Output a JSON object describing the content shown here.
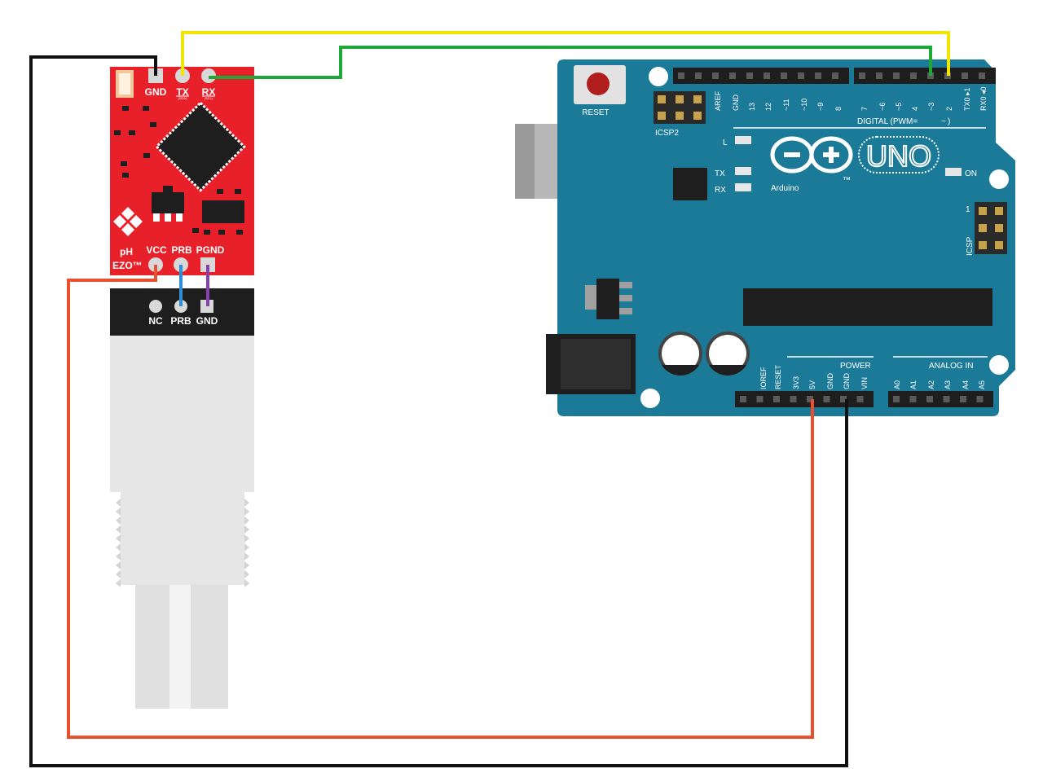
{
  "colors": {
    "wire_yellow": "#f2e600",
    "wire_green": "#1fa838",
    "wire_black": "#111111",
    "wire_red": "#e8502e",
    "wire_blue": "#2e8fd6",
    "wire_purple": "#8a3fb0",
    "ezo_board": "#e8202a",
    "arduino_board": "#1c7a99"
  },
  "ezo": {
    "top_pins": {
      "gnd": "GND",
      "tx": "TX",
      "tx_sub": "(SDA)",
      "rx": "RX",
      "rx_sub": "(SCL)"
    },
    "bottom_pins": {
      "vcc": "VCC",
      "prb": "PRB",
      "pgnd": "PGND"
    },
    "brand_line1": "pH",
    "brand_line2": "EZO™"
  },
  "probe_connector": {
    "nc": "NC",
    "prb": "PRB",
    "gnd": "GND"
  },
  "arduino": {
    "reset_label": "RESET",
    "icsp2_label": "ICSP2",
    "icsp_label": "ICSP",
    "icsp_pin1": "1",
    "brand": "Arduino",
    "tm": "™",
    "model": "UNO",
    "on_label": "ON",
    "led_l": "L",
    "led_tx": "TX",
    "led_rx": "RX",
    "digital_header": "DIGITAL (PWM=",
    "digital_tilde": "~",
    "digital_close": ")",
    "digital_pins": [
      "AREF",
      "GND",
      "13",
      "12",
      "~11",
      "~10",
      "~9",
      "8",
      "7",
      "~6",
      "~5",
      "4",
      "~3",
      "2",
      "TX0 ▸1",
      "RX0 ◂0"
    ],
    "power_header": "POWER",
    "power_pins": [
      "IOREF",
      "RESET",
      "3V3",
      "5V",
      "GND",
      "GND",
      "VIN"
    ],
    "analog_header": "ANALOG IN",
    "analog_pins": [
      "A0",
      "A1",
      "A2",
      "A3",
      "A4",
      "A5"
    ]
  }
}
